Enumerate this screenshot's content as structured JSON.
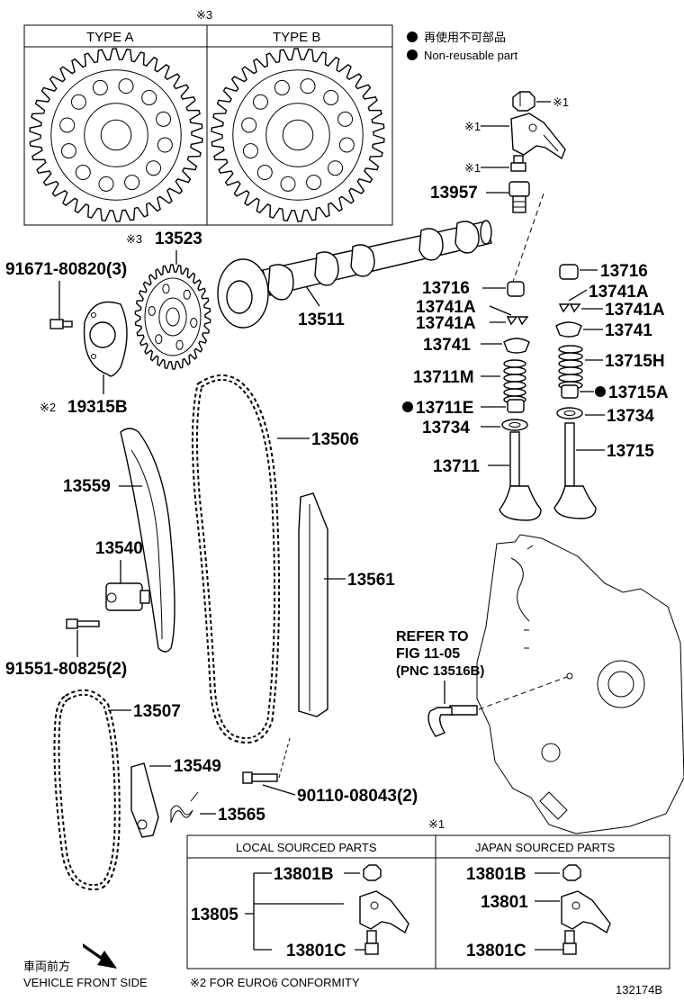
{
  "sprocket_box": {
    "note_mark": "※3",
    "type_a": "TYPE A",
    "type_b": "TYPE B"
  },
  "legend": {
    "jp": "再使用不可部品",
    "en": "Non-reusable part"
  },
  "labels": {
    "p13957": "13957",
    "p13523": "13523",
    "p13523_mark": "※3",
    "p91671": "91671-80820(3)",
    "p13511": "13511",
    "p19315B": "19315B",
    "p19315B_mark": "※2",
    "p13506": "13506",
    "p13559": "13559",
    "p13540": "13540",
    "p91551": "91551-80825(2)",
    "p13561": "13561",
    "p13507": "13507",
    "p13549": "13549",
    "p13565": "13565",
    "p90110": "90110-08043(2)",
    "l13716": "13716",
    "l13741A_1": "13741A",
    "l13741A_2": "13741A",
    "l13741": "13741",
    "l13711M": "13711M",
    "l13711E": "13711E",
    "l13734": "13734",
    "l13711": "13711",
    "r13716": "13716",
    "r13741A_1": "13741A",
    "r13741A_2": "13741A",
    "r13741": "13741",
    "r13715H": "13715H",
    "r13715A": "13715A",
    "r13734": "13734",
    "r13715": "13715",
    "top_mark1": "※1",
    "rocker_mark1": "※1",
    "bolt_mark1": "※1",
    "refer": [
      "REFER TO",
      "FIG 11-05",
      "(PNC 13516B)"
    ]
  },
  "parts_table": {
    "mark": "※1",
    "local_header": "LOCAL SOURCED PARTS",
    "japan_header": "JAPAN SOURCED PARTS",
    "local_13805": "13805",
    "local_13801B": "13801B",
    "local_13801C": "13801C",
    "japan_13801B": "13801B",
    "japan_13801": "13801",
    "japan_13801C": "13801C"
  },
  "footer": {
    "front_jp": "車両前方",
    "front_en": "VEHICLE FRONT SIDE",
    "note2": "※2 FOR EURO6 CONFORMITY",
    "fig_no": "132174B"
  }
}
